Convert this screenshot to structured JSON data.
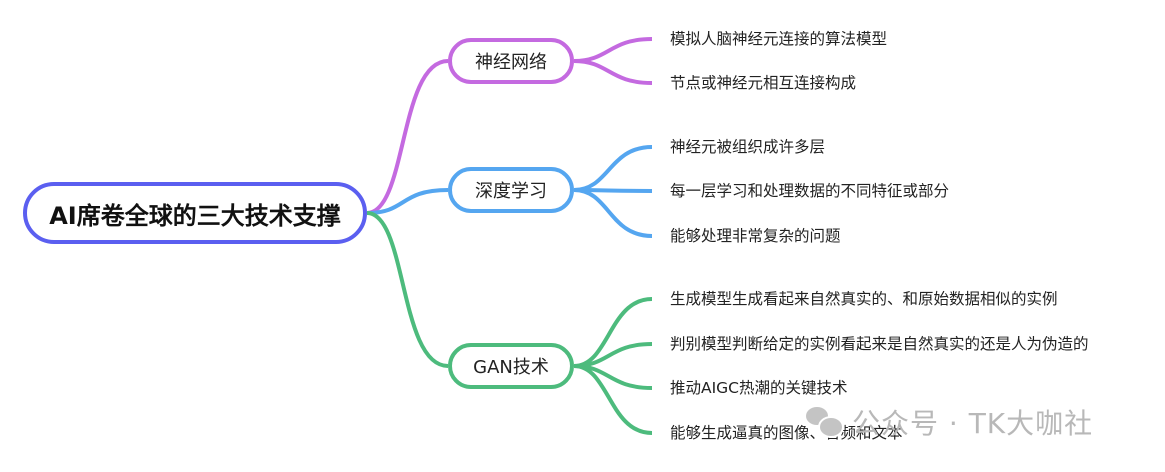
{
  "root": {
    "label": "AI席卷全球的三大技术支撑",
    "color": "#5b5ff0"
  },
  "branches": [
    {
      "label": "神经网络",
      "color": "#c46ae0",
      "children": [
        "模拟人脑神经元连接的算法模型",
        "节点或神经元相互连接构成"
      ]
    },
    {
      "label": "深度学习",
      "color": "#55a6f0",
      "children": [
        "神经元被组织成许多层",
        "每一层学习和处理数据的不同特征或部分",
        "能够处理非常复杂的问题"
      ]
    },
    {
      "label": "GAN技术",
      "color": "#4dbb7d",
      "children": [
        "生成模型生成看起来自然真实的、和原始数据相似的实例",
        "判别模型判断给定的实例看起来是自然真实的还是人为伪造的",
        "推动AIGC热潮的关键技术",
        "能够生成逼真的图像、音频和文本"
      ]
    }
  ],
  "watermark": {
    "text": "公众号 · TK大咖社",
    "icon": "wechat-icon"
  }
}
